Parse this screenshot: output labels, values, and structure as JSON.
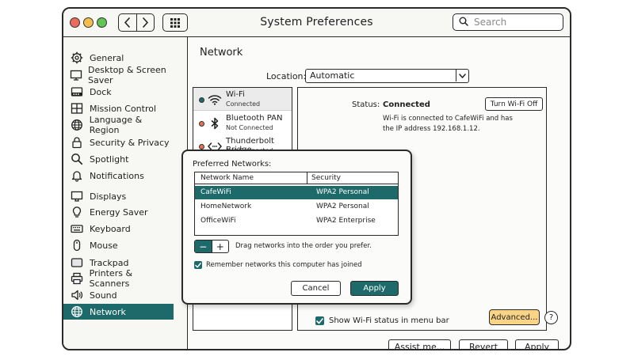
{
  "window": {
    "title": "System Preferences",
    "search_placeholder": "Search"
  },
  "sidebar": {
    "items": [
      {
        "label": "General",
        "icon": "gear-icon"
      },
      {
        "label": "Desktop & Screen Saver",
        "icon": "monitor-icon"
      },
      {
        "label": "Dock",
        "icon": "dock-icon"
      },
      {
        "label": "Mission Control",
        "icon": "grid-icon"
      },
      {
        "label": "Language & Region",
        "icon": "globe-icon"
      },
      {
        "label": "Security & Privacy",
        "icon": "lock-icon"
      },
      {
        "label": "Spotlight",
        "icon": "search-icon"
      },
      {
        "label": "Notifications",
        "icon": "bell-icon"
      },
      {
        "label": "Displays",
        "icon": "display-icon"
      },
      {
        "label": "Energy Saver",
        "icon": "bulb-icon"
      },
      {
        "label": "Keyboard",
        "icon": "keyboard-icon"
      },
      {
        "label": "Mouse",
        "icon": "mouse-icon"
      },
      {
        "label": "Trackpad",
        "icon": "trackpad-icon"
      },
      {
        "label": "Printers & Scanners",
        "icon": "printer-icon"
      },
      {
        "label": "Sound",
        "icon": "speaker-icon"
      },
      {
        "label": "Network",
        "icon": "globe-icon",
        "active": true
      }
    ]
  },
  "network": {
    "heading": "Network",
    "location_label": "Location:",
    "location_value": "Automatic",
    "services": [
      {
        "name": "Wi-Fi",
        "status": "Connected",
        "dot": "#1e6a6a",
        "icon": "wifi-icon"
      },
      {
        "name": "Bluetooth PAN",
        "status": "Not Connected",
        "dot": "#e8704a",
        "icon": "bluetooth-icon"
      },
      {
        "name": "Thunderbolt Bridge",
        "status": "Not Connected",
        "dot": "#e8704a",
        "icon": "thunderbolt-bridge-icon"
      }
    ],
    "status_label": "Status:",
    "status_value": "Connected",
    "status_desc": "Wi-Fi is connected to CafeWiFi and has the IP address 192.168.1.12.",
    "turn_off_label": "Turn Wi-Fi Off",
    "show_wifi_label": "Show Wi-Fi status in menu bar",
    "advanced_label": "Advanced...",
    "help_label": "?"
  },
  "dialog": {
    "title": "Preferred Networks:",
    "columns": [
      "Network Name",
      "Security"
    ],
    "rows": [
      {
        "name": "CafeWiFi",
        "security": "WPA2 Personal",
        "selected": true
      },
      {
        "name": "HomeNetwork",
        "security": "WPA2 Personal"
      },
      {
        "name": "OfficeWiFi",
        "security": "WPA2 Enterprise"
      }
    ],
    "minus_label": "−",
    "plus_label": "+",
    "drag_hint": "Drag networks into the order you prefer.",
    "remember_label": "Remember networks this computer has joined",
    "cancel_label": "Cancel",
    "apply_label": "Apply"
  },
  "footer": {
    "assist_label": "Assist me...",
    "revert_label": "Revert",
    "apply_label": "Apply"
  },
  "colors": {
    "accent": "#1e6a6a",
    "advanced": "#f9d487",
    "red": "#ec6b5e",
    "yellow": "#f4be4f",
    "green": "#61c454"
  }
}
